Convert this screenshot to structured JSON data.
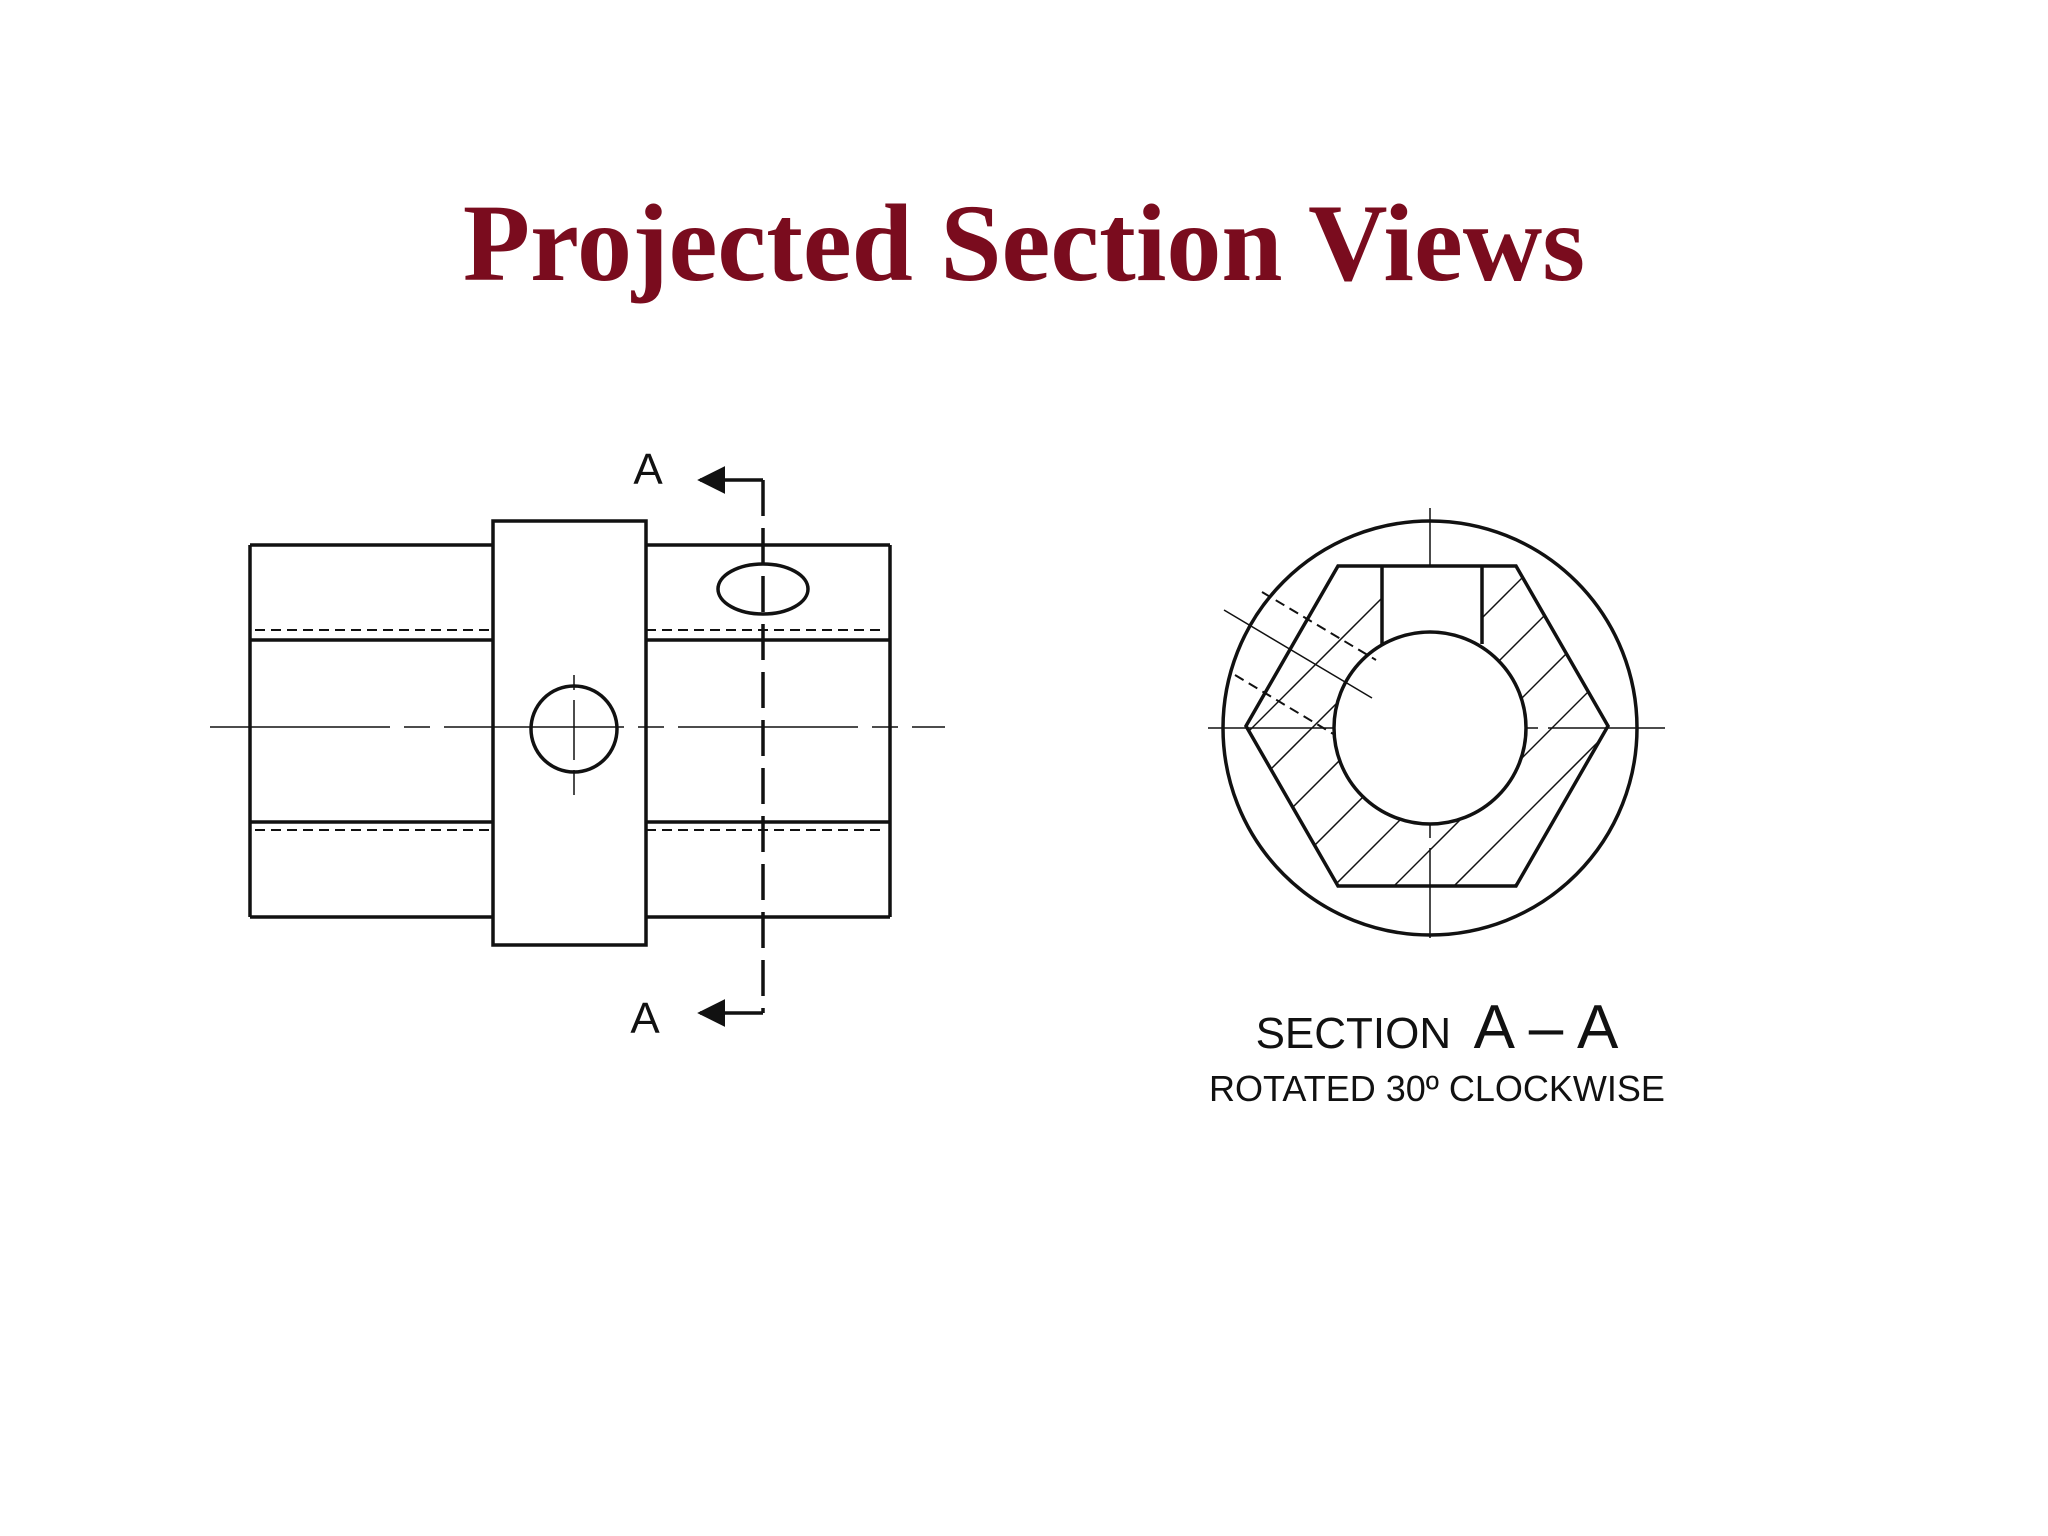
{
  "slide": {
    "title": "Projected Section Views",
    "title_color": "#7a0c1e"
  },
  "front_view": {
    "cutting_plane_label_top": "A",
    "cutting_plane_label_bottom": "A"
  },
  "section_view": {
    "caption_prefix": "SECTION",
    "caption_id": "A – A",
    "caption_note": "ROTATED 30º CLOCKWISE"
  }
}
